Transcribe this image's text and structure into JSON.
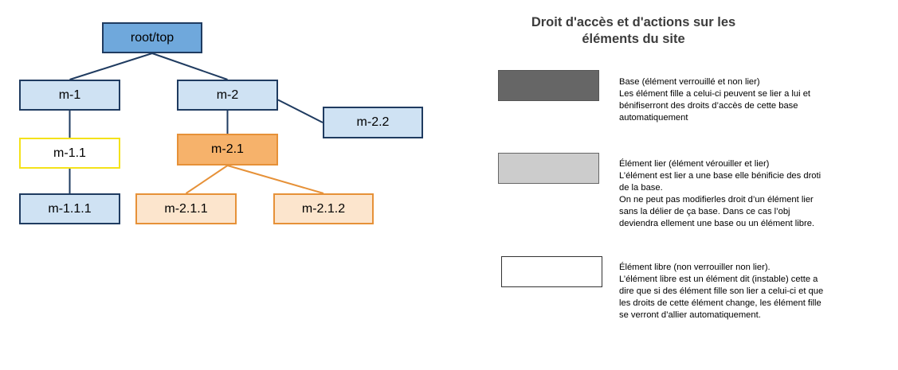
{
  "tree": {
    "nodes": {
      "root": "root/top",
      "m1": "m-1",
      "m2": "m-2",
      "m22": "m-2.2",
      "m11": "m-1.1",
      "m21": "m-2.1",
      "m111": "m-1.1.1",
      "m211": "m-2.1.1",
      "m212": "m-2.1.2"
    },
    "edges": [
      [
        "root",
        "m1"
      ],
      [
        "root",
        "m2"
      ],
      [
        "m2",
        "m22"
      ],
      [
        "m1",
        "m11"
      ],
      [
        "m11",
        "m111"
      ],
      [
        "m2",
        "m21"
      ],
      [
        "m21",
        "m211"
      ],
      [
        "m21",
        "m212"
      ]
    ],
    "colors": {
      "dark_edge": "#1f3b60",
      "orange_edge": "#e69138"
    }
  },
  "legend": {
    "title": "Droit d'accès et d'actions sur les\néléments du site",
    "items": [
      {
        "swatch_color": "#666666",
        "text": "Base (élément verrouillé et non lier)\nLes élément fille a celui-ci peuvent se lier a lui et\nbénifiserront des droits d’accès de cette base\nautomatiquement"
      },
      {
        "swatch_color": "#cccccc",
        "text": "Élément lier (élément vérouiller et lier)\nL’élément est lier a une base elle bénificie des droti\nde la base.\nOn ne peut pas modifierles droit d’un élément lier\nsans la délier de ça base. Dans ce cas l’obj\ndeviendra ellement une base ou un élément libre."
      },
      {
        "swatch_color": "#ffffff",
        "text": "Élément libre (non verrouiller non lier).\nL’élément libre est un élément dit (instable) cette a\ndire que si des élément fille son lier a celui-ci et que\nles droits de cette élément change, les élément fille\nse verront d’allier automatiquement."
      }
    ]
  }
}
